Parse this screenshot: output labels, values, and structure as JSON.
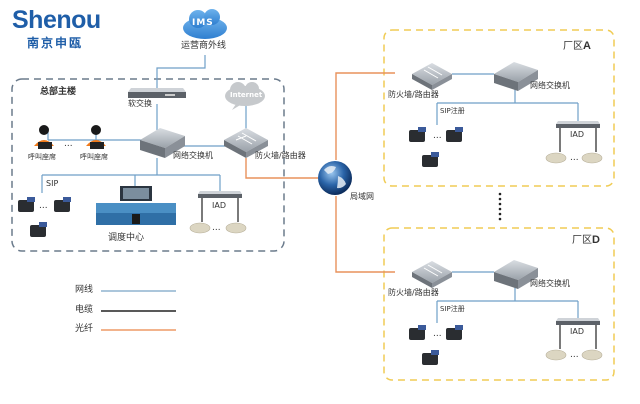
{
  "logo": {
    "brand_en": "Shenou",
    "brand_cn": "南京申瓯"
  },
  "cloud_ims": {
    "label": "IMS",
    "caption": "运营商外线"
  },
  "cloud_internet": {
    "label": "Internet"
  },
  "hq": {
    "title": "总部主楼",
    "softswitch": "软交换",
    "switch": "网络交换机",
    "firewall": "防火墙/路由器",
    "agents": [
      "呼叫座席",
      "呼叫座席"
    ],
    "ellipsis": "...",
    "sip_label": "SIP",
    "dispatch": "调度中心",
    "iad": "IAD"
  },
  "lan": {
    "label": "局域网"
  },
  "zones": [
    {
      "title_prefix": "厂区",
      "title_letter": "A",
      "firewall": "防火墙/路由器",
      "switch": "网络交换机",
      "sip_label": "SIP注册",
      "iad": "IAD",
      "ellipsis": "..."
    },
    {
      "title_prefix": "厂区",
      "title_letter": "D",
      "firewall": "防火墙/路由器",
      "switch": "网络交换机",
      "sip_label": "SIP注册",
      "iad": "IAD",
      "ellipsis": "..."
    }
  ],
  "legend": [
    {
      "label": "网线",
      "color": "#8fb4cf"
    },
    {
      "label": "电缆",
      "color": "#222222"
    },
    {
      "label": "光纤",
      "color": "#ee9a66"
    }
  ],
  "colors": {
    "brand": "#1f5ea8",
    "network_line": "#6f9fc8",
    "fiber_line": "#e8925c",
    "hq_border": "#6b7b8c",
    "zone_border": "#f0cc55"
  }
}
